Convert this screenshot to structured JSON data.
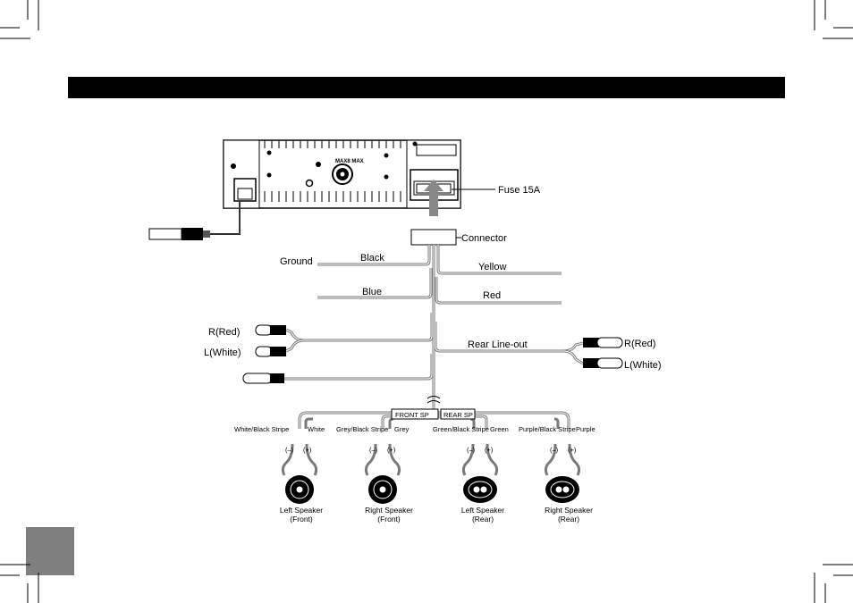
{
  "unit": {
    "center_label": "MAX8 MAX"
  },
  "labels": {
    "fuse": "Fuse 15A",
    "connector": "Connector",
    "ground": "Ground",
    "black": "Black",
    "yellow": "Yellow",
    "blue": "Blue",
    "red": "Red",
    "r_red_left": "R(Red)",
    "l_white_left": "L(White)",
    "rear_line_out": "Rear Line-out",
    "r_red_right": "R(Red)",
    "l_white_right": "L(White)",
    "front_sp": "FRONT SP",
    "rear_sp": "REAR SP"
  },
  "speakers": [
    {
      "wire_neg": "White/Black Stripe",
      "wire_pos": "White",
      "neg": "(–)",
      "pos": "(+)",
      "name": "Left Speaker",
      "position": "(Front)",
      "shape": "round"
    },
    {
      "wire_neg": "Grey/Black Stripe",
      "wire_pos": "Grey",
      "neg": "(–)",
      "pos": "(+)",
      "name": "Right Speaker",
      "position": "(Front)",
      "shape": "round"
    },
    {
      "wire_neg": "Green/Black Stripe",
      "wire_pos": "Green",
      "neg": "(–)",
      "pos": "(+)",
      "name": "Left Speaker",
      "position": "(Rear)",
      "shape": "oval"
    },
    {
      "wire_neg": "Purple/Black Stripe",
      "wire_pos": "Purple",
      "neg": "(–)",
      "pos": "(+)",
      "name": "Right Speaker",
      "position": "(Rear)",
      "shape": "oval"
    }
  ],
  "colors": {
    "header": "#000000",
    "page_tab": "#7f7f7f",
    "wire": "#7a7a7a"
  }
}
